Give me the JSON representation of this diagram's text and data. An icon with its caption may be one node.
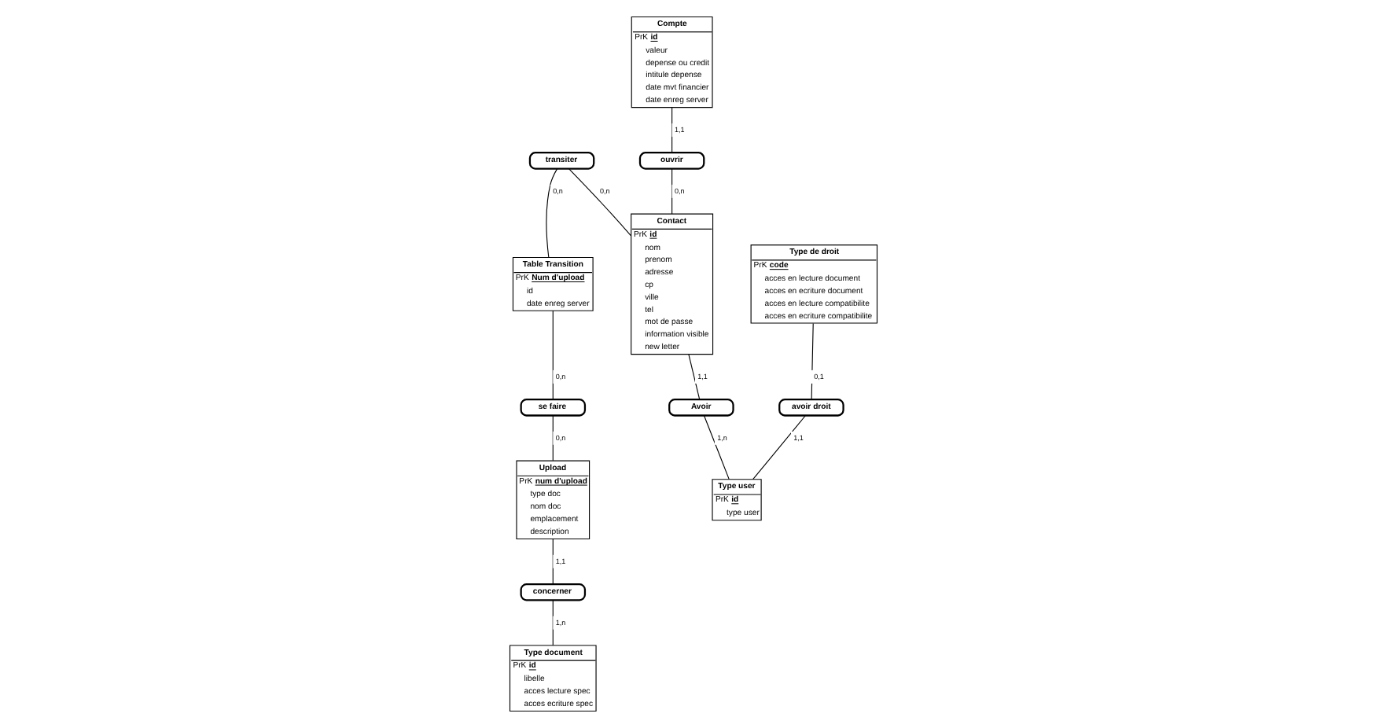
{
  "diagram": {
    "nodes": [
      {
        "text": [
          "Table Transition",
          "PrK Num d'upload",
          "id",
          "date enreg server"
        ]
      },
      {
        "text": [
          "transiter"
        ]
      },
      {
        "text": [
          "se faire"
        ]
      },
      {
        "text": [
          "Compte",
          "PrK id",
          "valeur",
          "depense ou credit",
          "intitule depense",
          "date mvt financier",
          "date enreg server"
        ]
      },
      {
        "text": [
          "ouvrir"
        ]
      },
      {
        "text": [
          "Contact",
          "PrK id",
          "nom",
          "prenom",
          "adresse",
          "cp",
          "ville",
          "tel",
          "mot de passe",
          "information visible",
          "new letter"
        ]
      },
      {
        "text": [
          "Upload",
          "PrK num d'upload",
          "type doc",
          "nom doc",
          "emplacement",
          "description"
        ]
      },
      {
        "text": [
          "Avoir"
        ]
      },
      {
        "text": [
          "concerner"
        ]
      },
      {
        "text": [
          "Type de droit",
          "PrK code",
          "acces en lecture document",
          "acces en ecriture document",
          "acces en lecture compatibilite",
          "acces en ecriture compatibilite"
        ]
      },
      {
        "text": [
          "avoir droit"
        ]
      },
      {
        "text": [
          "Type user",
          "PrK id",
          "type user"
        ]
      },
      {
        "text": [
          "Type document",
          "PrK id",
          "libelle",
          "acces lecture spec",
          "acces ecriture spec"
        ]
      }
    ],
    "edges": [
      {
        "from": 1,
        "to": 0,
        "arrow": "none",
        "label": "0,n"
      },
      {
        "from": 1,
        "to": 5,
        "arrow": "none",
        "label": "0,n"
      },
      {
        "from": 0,
        "to": 2,
        "arrow": "none",
        "label": "0,n"
      },
      {
        "from": 2,
        "to": 6,
        "arrow": "none",
        "label": "0,n"
      },
      {
        "from": 3,
        "to": 4,
        "arrow": "none",
        "label": "1,1"
      },
      {
        "from": 4,
        "to": 5,
        "arrow": "none",
        "label": "0,n"
      },
      {
        "from": 5,
        "to": 7,
        "arrow": "none",
        "label": "1,1"
      },
      {
        "from": 7,
        "to": 11,
        "arrow": "none",
        "label": "1,n"
      },
      {
        "from": 6,
        "to": 8,
        "arrow": "none",
        "label": "1,1"
      },
      {
        "from": 8,
        "to": 12,
        "arrow": "none",
        "label": "1,n"
      },
      {
        "from": 9,
        "to": 10,
        "arrow": "none",
        "label": "0,1"
      },
      {
        "from": 10,
        "to": 11,
        "arrow": "none",
        "label": "1,1"
      }
    ]
  }
}
